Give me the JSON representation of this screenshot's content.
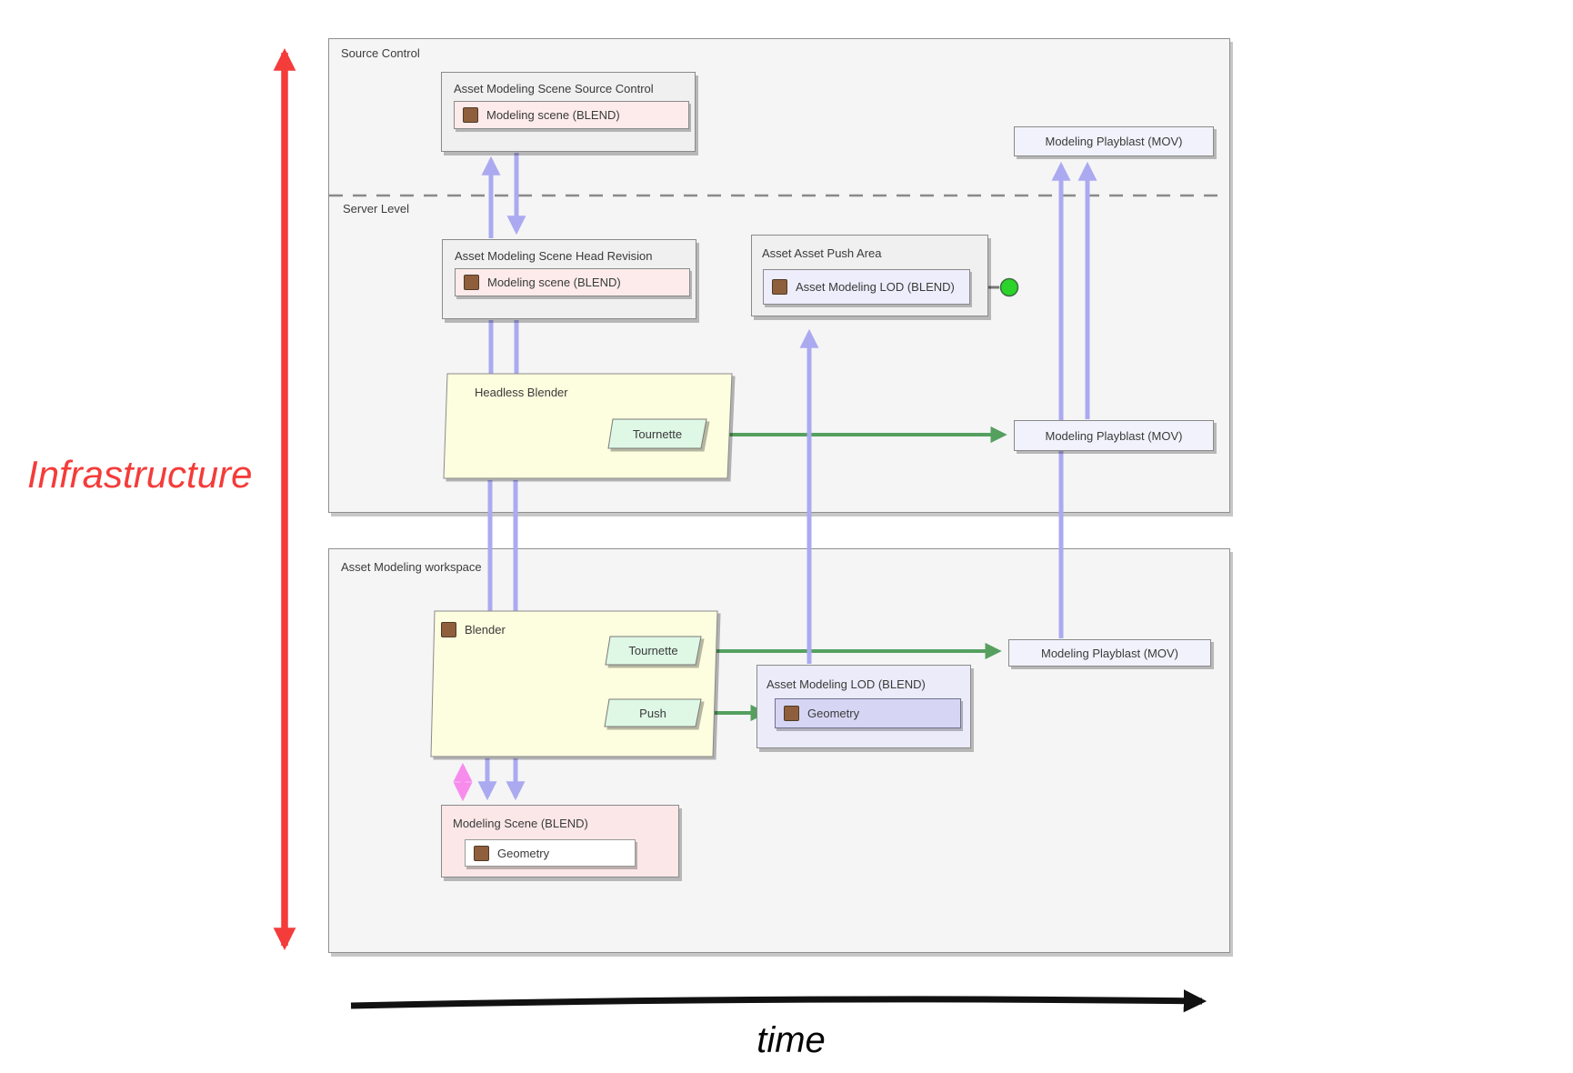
{
  "regions": {
    "source_control": "Source Control",
    "server_level": "Server Level",
    "workspace": "Asset Modeling workspace"
  },
  "nodes": {
    "scene_source_control": {
      "title": "Asset Modeling Scene Source Control",
      "item": "Modeling scene (BLEND)"
    },
    "scene_head_revision": {
      "title": "Asset Modeling Scene Head Revision",
      "item": "Modeling scene (BLEND)"
    },
    "push_area": {
      "title": "Asset Asset Push Area",
      "item": "Asset Modeling LOD (BLEND)"
    },
    "headless_blender": {
      "title": "Headless Blender",
      "tournette": "Tournette"
    },
    "blender": {
      "title": "Blender",
      "tournette": "Tournette",
      "push": "Push"
    },
    "lod_workspace": {
      "title": "Asset Modeling LOD (BLEND)",
      "item": "Geometry"
    },
    "modeling_scene": {
      "title": "Modeling Scene (BLEND)",
      "item": "Geometry"
    },
    "playblast_top": "Modeling Playblast (MOV)",
    "playblast_server": "Modeling Playblast (MOV)",
    "playblast_workspace": "Modeling Playblast (MOV)"
  },
  "axes": {
    "infrastructure": "Infrastructure",
    "time": "time"
  },
  "colors": {
    "arrow_purple": "#abaaf0",
    "arrow_pink": "#f78ced",
    "arrow_green": "#55a05f",
    "axis_red": "#f43c3a",
    "axis_black": "#111111",
    "status_green": "#2bd32b",
    "blend_icon_brown": "#8f5f3d"
  }
}
